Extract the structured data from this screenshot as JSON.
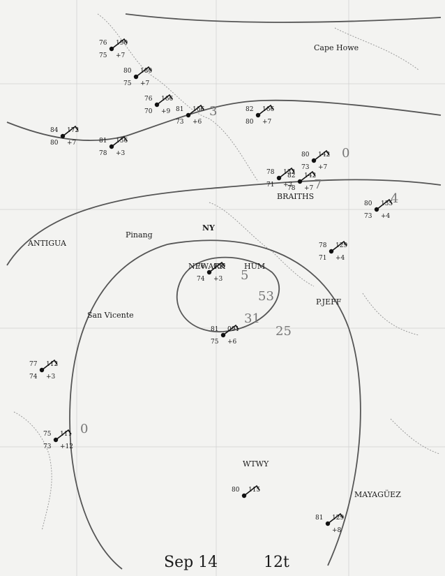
{
  "map": {
    "caption": {
      "date": "Sep 14",
      "time": "12t"
    },
    "place_labels": [
      "Cape Howe",
      "NY",
      "NEWARK",
      "HUM",
      "MAYAGÜEZ",
      "ANTIGUA",
      "BRAITHS",
      "P.JEFF",
      "WTWY",
      "San Vicente",
      "Pinang"
    ],
    "stations": [
      {
        "temp": "76",
        "dew": "75",
        "pressure": "190",
        "tendency": "+7"
      },
      {
        "temp": "80",
        "dew": "75",
        "pressure": "180",
        "tendency": "+7"
      },
      {
        "temp": "76",
        "dew": "70",
        "pressure": "166",
        "tendency": "+9"
      },
      {
        "temp": "81",
        "dew": "73",
        "pressure": "166",
        "tendency": "+6"
      },
      {
        "temp": "82",
        "dew": "80",
        "pressure": "166",
        "tendency": "+7"
      },
      {
        "temp": "81",
        "dew": "78",
        "pressure": "156",
        "tendency": "+3"
      },
      {
        "temp": "84",
        "dew": "80",
        "pressure": "172",
        "tendency": "+7"
      },
      {
        "temp": "80",
        "dew": "73",
        "pressure": "142",
        "tendency": "+7"
      },
      {
        "temp": "78",
        "dew": "71",
        "pressure": "132",
        "tendency": "+3"
      },
      {
        "temp": "82",
        "dew": "78",
        "pressure": "142",
        "tendency": "+7"
      },
      {
        "temp": "80",
        "dew": "73",
        "pressure": "135",
        "tendency": "+4"
      },
      {
        "temp": "78",
        "dew": "71",
        "pressure": "129",
        "tendency": "+4"
      },
      {
        "temp": "76",
        "dew": "74",
        "pressure": "050",
        "tendency": "+3"
      },
      {
        "temp": "81",
        "dew": "75",
        "pressure": "091",
        "tendency": "+6"
      },
      {
        "temp": "77",
        "dew": "74",
        "pressure": "112",
        "tendency": "+3"
      },
      {
        "temp": "75",
        "dew": "73",
        "pressure": "111",
        "tendency": "+12"
      },
      {
        "temp": "80",
        "dew": "",
        "pressure": "115",
        "tendency": ""
      },
      {
        "temp": "81",
        "dew": "",
        "pressure": "129",
        "tendency": "+8"
      }
    ],
    "isobar_labels": [
      "3",
      "4",
      "7",
      "0",
      "5",
      "25",
      "31",
      "53",
      "0"
    ]
  }
}
